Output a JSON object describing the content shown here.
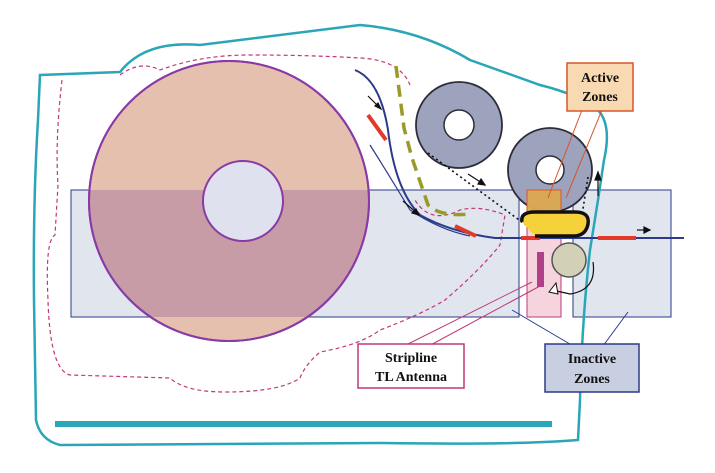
{
  "labels": {
    "active_line1": "Active",
    "active_line2": "Zones",
    "stripline_line1": "Stripline",
    "stripline_line2": "TL Antenna",
    "inactive_line1": "Inactive",
    "inactive_line2": "Zones"
  },
  "colors": {
    "printer_outline": "#2aa6b8",
    "media_roll_fill": "#e6c0ae",
    "media_roll_edge": "#8a3aa6",
    "inactive_zone_fill": "#c7cfe0",
    "inactive_zone_edge": "#2b3a8a",
    "active_callout_fill": "#f9d9b2",
    "active_callout_edge": "#d8552a",
    "ribbon_roll_fill": "#9da2bd",
    "antenna_fill": "#b0408a",
    "antenna_zone_fill": "#f3c6d2",
    "dashed_path": "#c0387a",
    "ribbon_dashed": "#9a9a2a",
    "active_segment": "#e23a2a",
    "label_highlight": "#f6d23a"
  },
  "icons": [
    "media-roll-icon",
    "ribbon-supply-roll-icon",
    "ribbon-takeup-roll-icon",
    "platen-roller-icon",
    "stripline-antenna-icon",
    "tear-bar-icon"
  ]
}
